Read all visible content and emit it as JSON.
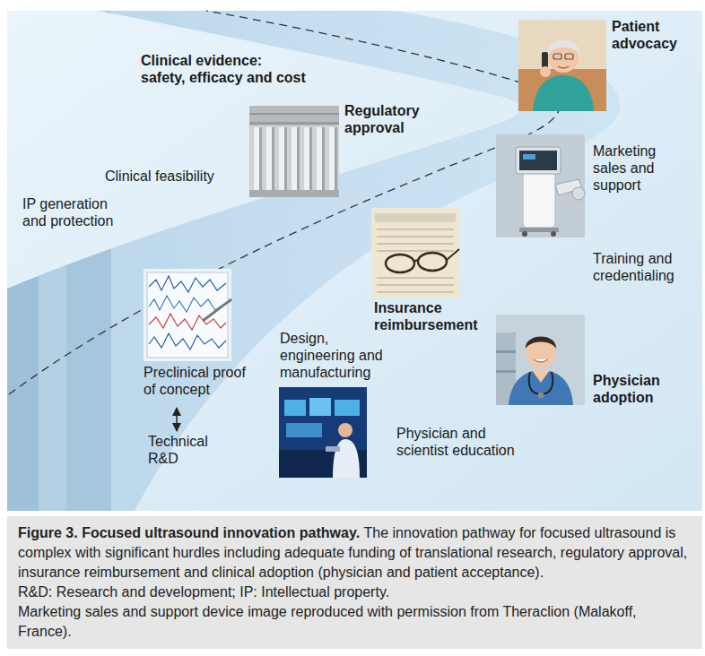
{
  "diagram": {
    "nodes": [
      {
        "text": [
          "Figure 3. Focused ultrasound innovation pathway.",
          "The innovation pathway for focused ultrasound is complex with significant hurdles including adequate funding of translational research, regulatory approval, insurance reimbursement and clinical adoption (physician and patient acceptance).",
          "R&D: Research and development; IP: Intellectual property.",
          "Marketing sales and support device image reproduced with permission from Theraclion (Malakoff, France)."
        ]
      }
    ],
    "labels": [
      "Patient advocacy",
      "Clinical evidence: safety, efficacy and cost",
      "Regulatory approval",
      "Clinical feasibility",
      "IP generation and protection",
      "Marketing sales and support",
      "Training and credentialing",
      "Insurance reimbursement",
      "Physician adoption",
      "Design, engineering and manufacturing",
      "Preclinical proof of concept",
      "Technical R&D",
      "Physician and scientist education"
    ]
  }
}
